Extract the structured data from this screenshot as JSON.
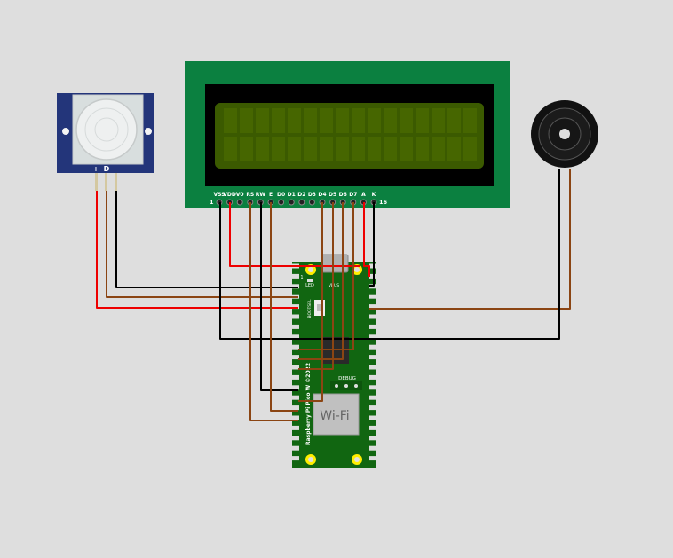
{
  "pir": {
    "pin_labels": [
      "+",
      "D",
      "−"
    ]
  },
  "lcd": {
    "pin_labels": [
      "VSS",
      "VDD",
      "V0",
      "RS",
      "RW",
      "E",
      "D0",
      "D1",
      "D2",
      "D3",
      "D4",
      "D5",
      "D6",
      "D7",
      "A",
      "K"
    ],
    "first_pin_number": "1",
    "last_pin_number": "16"
  },
  "pico": {
    "name": "Raspberry Pi Pico W ©2022",
    "led_label": "LED",
    "bootsel_label": "BOOTSEL",
    "debug_label": "DEBUG",
    "wifi_label": "Wi-Fi",
    "pin1_label": "1",
    "vbus_label": "VBUS"
  },
  "colors": {
    "background": "#dedede",
    "lcd_board": "#0b8040",
    "lcd_screen": "#3b5a00",
    "pico_board": "#116611",
    "pir_board": "#23357a",
    "wire_red": "#ee0000",
    "wire_brown": "#8b4513",
    "wire_black": "#000000"
  }
}
